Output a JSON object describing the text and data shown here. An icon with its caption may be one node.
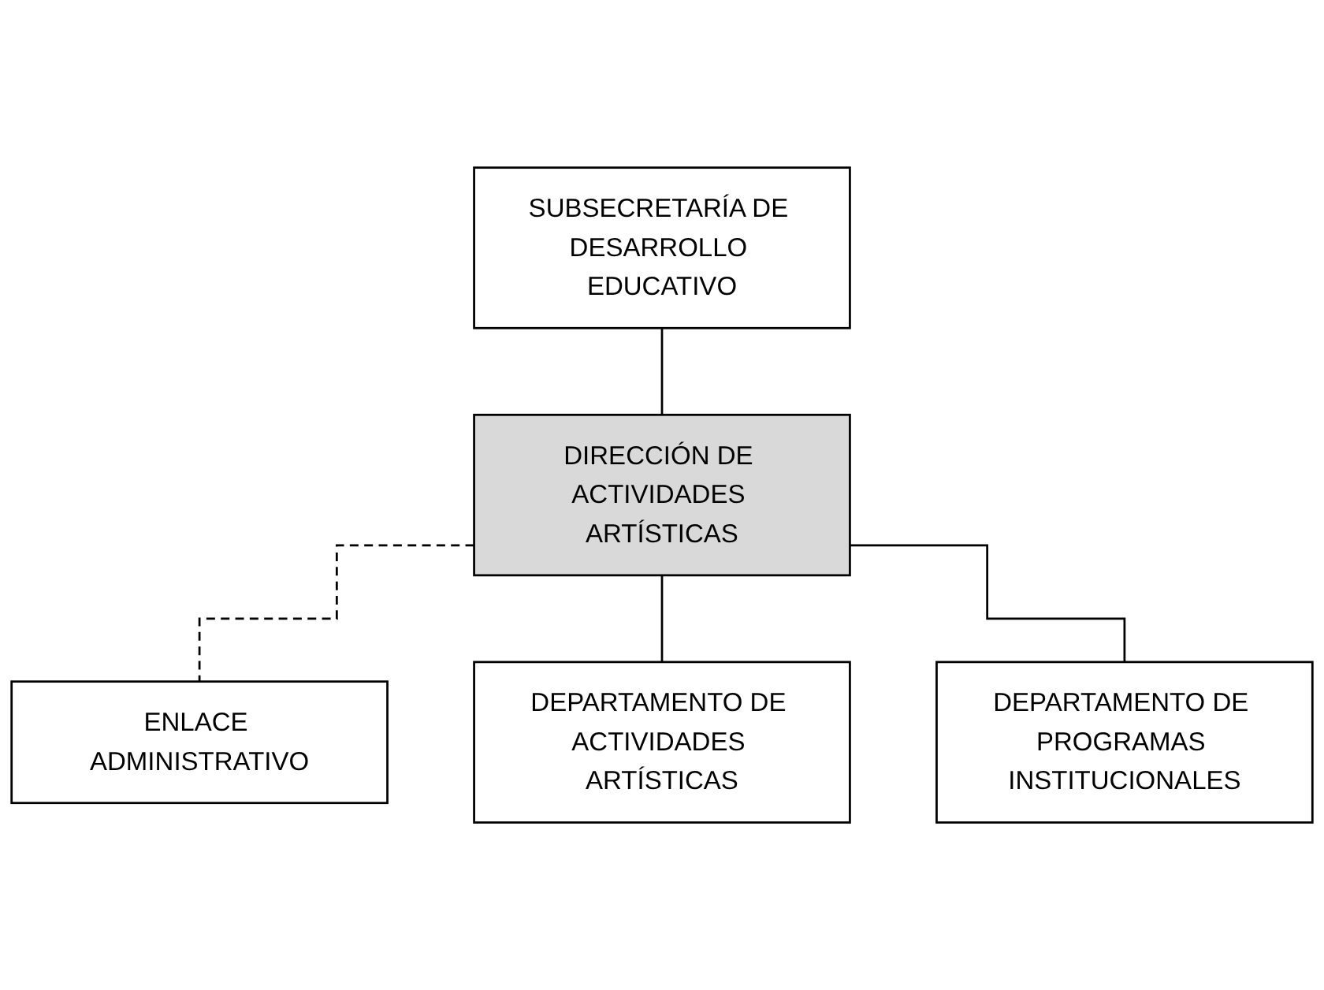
{
  "diagram": {
    "nodes": [
      {
        "text": [
          "SUBSECRETARÍA DE DESARROLLO EDUCATIVO"
        ]
      },
      {
        "text": [
          "DIRECCIÓN DE ACTIVIDADES ARTÍSTICAS"
        ]
      },
      {
        "text": [
          "ENLACE ADMINISTRATIVO"
        ]
      },
      {
        "text": [
          "DEPARTAMENTO DE ACTIVIDADES ARTÍSTICAS"
        ]
      },
      {
        "text": [
          "DEPARTAMENTO DE PROGRAMAS INSTITUCIONALES"
        ]
      }
    ],
    "edges": [
      {
        "from": 0,
        "to": 1,
        "arrow": "none"
      },
      {
        "from": 1,
        "to": 2,
        "arrow": "none",
        "style": "dashed"
      },
      {
        "from": 1,
        "to": 3,
        "arrow": "none"
      },
      {
        "from": 1,
        "to": 4,
        "arrow": "none"
      }
    ]
  }
}
